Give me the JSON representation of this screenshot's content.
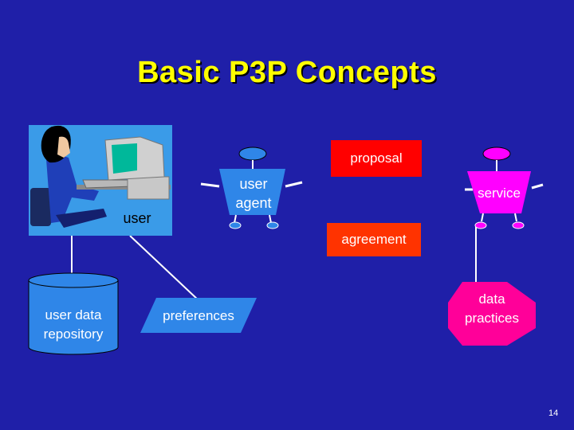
{
  "slide": {
    "title": "Basic P3P Concepts",
    "page_number": "14"
  },
  "nodes": {
    "user": "user",
    "user_agent_line1": "user",
    "user_agent_line2": "agent",
    "service": "service",
    "proposal": "proposal",
    "agreement": "agreement",
    "user_data_repository_line1": "user data",
    "user_data_repository_line2": "repository",
    "preferences": "preferences",
    "data_practices_line1": "data",
    "data_practices_line2": "practices"
  },
  "colors": {
    "background": "#1f1fa8",
    "title": "#ffff00",
    "user_agent_head": "#2f86e8",
    "service_head": "#ff00ff",
    "proposal_box": "#ff0000",
    "agreement_box": "#ff3300",
    "repository_fill": "#2f86e8",
    "preferences_fill": "#2f86e8",
    "data_practices_fill": "#ff0099",
    "user_image_bg": "#3a9be8"
  }
}
